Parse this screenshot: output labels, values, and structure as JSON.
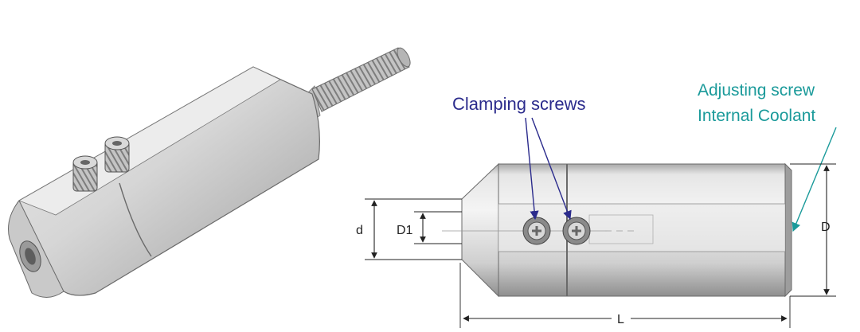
{
  "labels": {
    "clamping_screws": "Clamping screws",
    "adjusting_screw": "Adjusting screw",
    "internal_coolant": "Internal Coolant"
  },
  "dimensions": {
    "d": "d",
    "d1": "D1",
    "D": "D",
    "L": "L"
  },
  "colors": {
    "clamp_label": "#2b2b8c",
    "adjust_label": "#1a9a9a",
    "body_metal": "#d8d8d8",
    "dim_line": "#222222"
  }
}
